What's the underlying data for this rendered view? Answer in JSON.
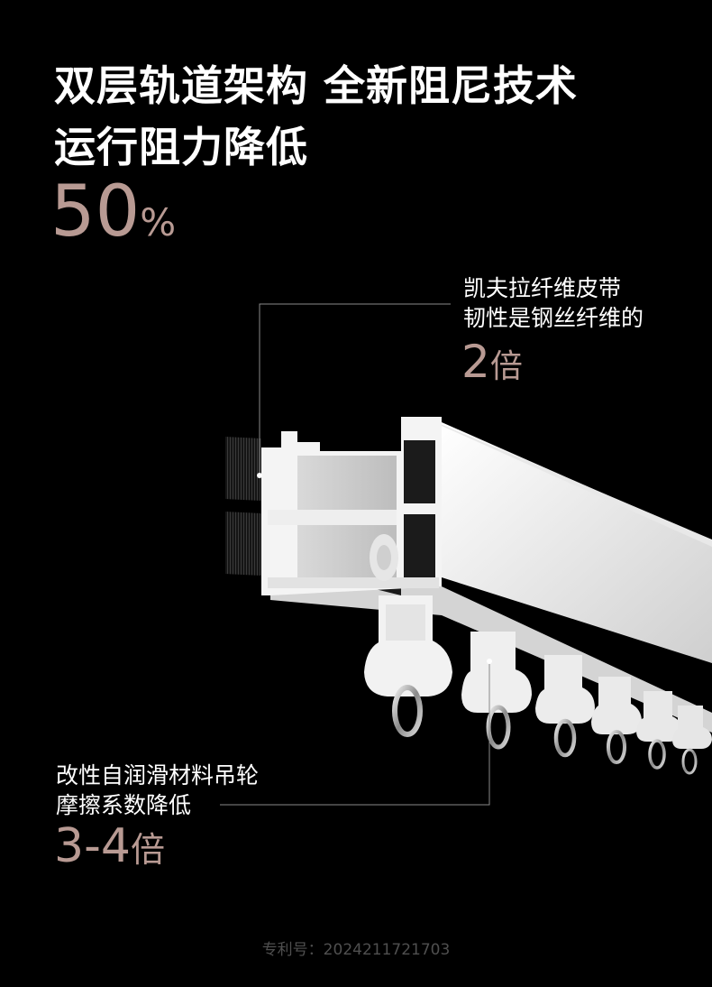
{
  "headline": {
    "line1": "双层轨道架构 全新阻尼技术",
    "line2": "运行阻力降低",
    "value": "50",
    "unit": "%"
  },
  "callout_top": {
    "line1": "凯夫拉纤维皮带",
    "line2": "韧性是钢丝纤维的",
    "value": "2",
    "unit": "倍"
  },
  "callout_bottom": {
    "line1": "改性自润滑材料吊轮",
    "line2": "摩擦系数降低",
    "value": "3-4",
    "unit": "倍"
  },
  "patent": "专利号：2024211721703",
  "colors": {
    "background": "#000000",
    "accent": "#b89a93",
    "text": "#ffffff",
    "muted": "#4f4f4f"
  }
}
